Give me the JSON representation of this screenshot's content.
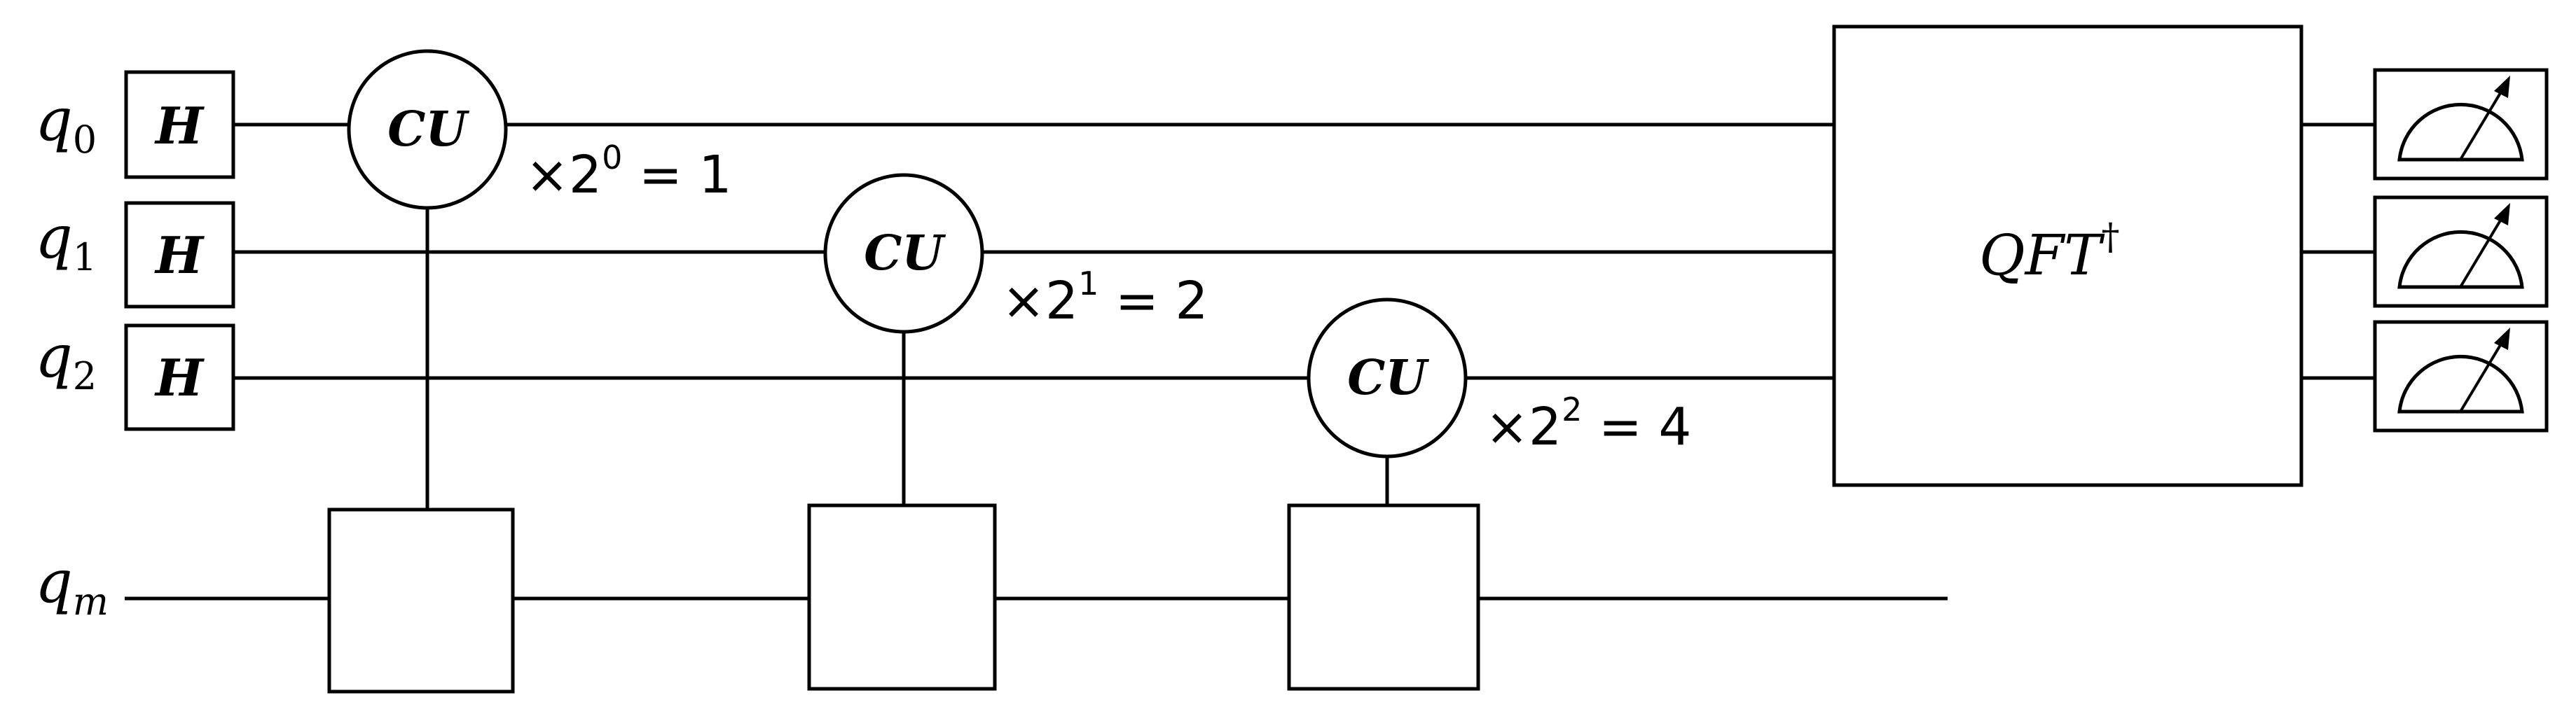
{
  "qubits": [
    {
      "letter": "q",
      "sub": "0"
    },
    {
      "letter": "q",
      "sub": "1"
    },
    {
      "letter": "q",
      "sub": "2"
    }
  ],
  "ancilla": {
    "letter": "q",
    "sub": "m"
  },
  "hadamard_label": "H",
  "controlled_gates": [
    {
      "label": "CU",
      "mult_prefix": "×2",
      "power": "0",
      "mult_suffix": " = 1"
    },
    {
      "label": "CU",
      "mult_prefix": "×2",
      "power": "1",
      "mult_suffix": " = 2"
    },
    {
      "label": "CU",
      "mult_prefix": "×2",
      "power": "2",
      "mult_suffix": " = 4"
    }
  ],
  "qft": {
    "label": "QFT",
    "dagger": "†"
  }
}
